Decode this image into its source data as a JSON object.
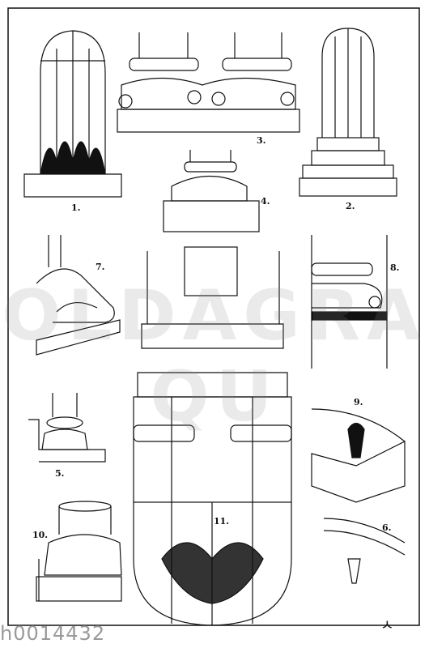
{
  "figures": [
    {
      "id": "fig-1",
      "label": "1."
    },
    {
      "id": "fig-2",
      "label": "2."
    },
    {
      "id": "fig-3",
      "label": "3."
    },
    {
      "id": "fig-4",
      "label": "4."
    },
    {
      "id": "fig-5",
      "label": "5."
    },
    {
      "id": "fig-6",
      "label": "6."
    },
    {
      "id": "fig-7",
      "label": "7."
    },
    {
      "id": "fig-8",
      "label": "8."
    },
    {
      "id": "fig-9",
      "label": "9."
    },
    {
      "id": "fig-10",
      "label": "10."
    },
    {
      "id": "fig-11",
      "label": "11."
    }
  ],
  "watermark": "OLDAGRA QU",
  "image_code": "h0014432",
  "monogram": "ㅅ",
  "colors": {
    "ink": "#111111",
    "paper": "#ffffff",
    "watermark": "#8c8c8c"
  }
}
